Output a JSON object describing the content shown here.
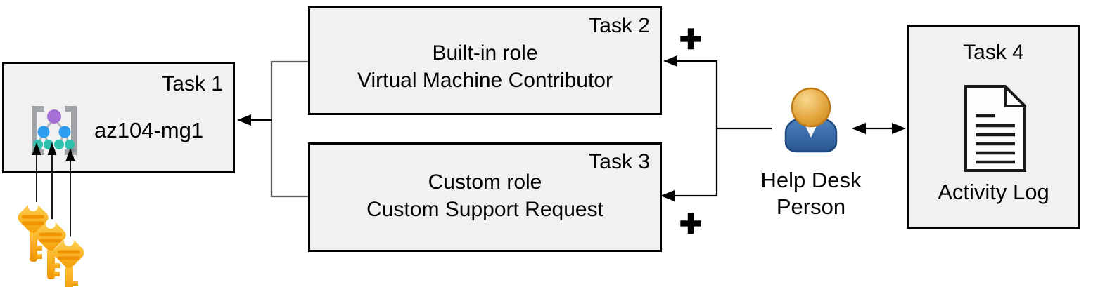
{
  "tasks": {
    "task1": {
      "label": "Task 1",
      "resource_name": "az104-mg1"
    },
    "task2": {
      "label": "Task 2",
      "role_type": "Built-in role",
      "role_name": "Virtual Machine Contributor"
    },
    "task3": {
      "label": "Task 3",
      "role_type": "Custom role",
      "role_name": "Custom Support Request"
    },
    "task4": {
      "label": "Task 4",
      "caption": "Activity Log"
    }
  },
  "person": {
    "caption_line1": "Help Desk",
    "caption_line2": "Person"
  },
  "symbols": {
    "plus": "+"
  },
  "icons": {
    "management_group": "management-group-icon",
    "keys": "key-icon",
    "person": "help-desk-person-icon",
    "document": "activity-log-document-icon"
  },
  "colors": {
    "box_fill": "#f1f1f2",
    "box_border": "#000000",
    "connector": "#000000",
    "bracket_gray": "#595959",
    "key_yellow": "#ffd75e",
    "key_orange": "#f39c00",
    "key_stripe": "#ef9300",
    "mg_purple": "#a470d6",
    "mg_blue": "#2e9df0",
    "mg_teal": "#2fc1ae",
    "mg_bracket": "#a0a4a8",
    "person_head": "#e2a43c",
    "person_body": "#3d6fae"
  }
}
